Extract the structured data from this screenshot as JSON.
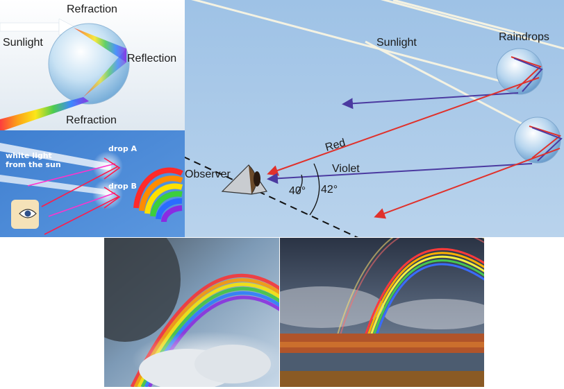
{
  "panel_refraction": {
    "refraction_top": "Refraction",
    "sunlight": "Sunlight",
    "reflection": "Reflection",
    "refraction_bottom": "Refraction"
  },
  "panel_drops": {
    "white_light_line1": "white light",
    "white_light_line2": "from the sun",
    "drop_a": "drop A",
    "drop_b": "drop B"
  },
  "panel_observer": {
    "sunlight": "Sunlight",
    "raindrops": "Raindrops",
    "red": "Red",
    "violet": "Violet",
    "observer": "Observer",
    "angle_40": "40°",
    "angle_42": "42°"
  },
  "colors": {
    "red_ray": "#e0312b",
    "violet_ray": "#4b3aa0",
    "sky": "#a9c9e8",
    "drops_bg": "#4a86d6"
  }
}
